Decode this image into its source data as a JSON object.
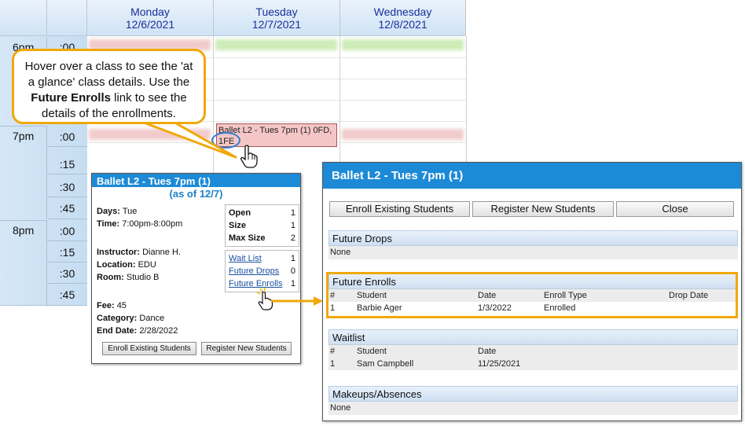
{
  "calendar": {
    "days": [
      {
        "name": "Monday",
        "date": "12/6/2021"
      },
      {
        "name": "Tuesday",
        "date": "12/7/2021"
      },
      {
        "name": "Wednesday",
        "date": "12/8/2021"
      }
    ],
    "hours": [
      "6pm",
      "7pm",
      "8pm"
    ],
    "minutes_6pm": [
      ":00"
    ],
    "minutes_7pm": [
      ":00",
      ":15",
      ":30",
      ":45"
    ],
    "minutes_8pm": [
      ":00",
      ":15",
      ":30",
      ":45"
    ],
    "class_block": {
      "line1": "Ballet L2 - Tues 7pm (1) 0FD,",
      "line2": "1FE"
    }
  },
  "callout": {
    "text_before": "Hover over a class to see the 'at a glance' class details. Use the ",
    "bold": "Future Enrolls",
    "text_after": " link to see the details of the enrollments."
  },
  "mini_popup": {
    "title": "Ballet L2 - Tues 7pm (1)",
    "as_of": "(as of 12/7)",
    "days_label": "Days:",
    "days_value": "Tue",
    "time_label": "Time:",
    "time_value": "7:00pm-8:00pm",
    "instructor_label": "Instructor:",
    "instructor_value": "Dianne H.",
    "location_label": "Location:",
    "location_value": "EDU",
    "room_label": "Room:",
    "room_value": "Studio B",
    "fee_label": "Fee:",
    "fee_value": "45",
    "category_label": "Category:",
    "category_value": "Dance",
    "end_label": "End Date:",
    "end_value": "2/28/2022",
    "stats": [
      {
        "label": "Open",
        "value": "1"
      },
      {
        "label": "Size",
        "value": "1"
      },
      {
        "label": "Max Size",
        "value": "2"
      }
    ],
    "links": [
      {
        "label": "Wait List",
        "value": "1"
      },
      {
        "label": "Future Drops",
        "value": "0"
      },
      {
        "label": "Future Enrolls",
        "value": "1"
      }
    ],
    "enroll_button": "Enroll Existing Students",
    "register_button": "Register New Students"
  },
  "dialog": {
    "title": "Ballet L2 - Tues 7pm (1)",
    "enroll_button": "Enroll Existing Students",
    "register_button": "Register New Students",
    "close_button": "Close",
    "future_drops": {
      "title": "Future Drops",
      "empty": "None"
    },
    "future_enrolls": {
      "title": "Future Enrolls",
      "headers": [
        "#",
        "Student",
        "Date",
        "Enroll Type",
        "Drop Date"
      ],
      "rows": [
        [
          "1",
          "Barbie Ager",
          "1/3/2022",
          "Enrolled",
          ""
        ]
      ]
    },
    "waitlist": {
      "title": "Waitlist",
      "headers": [
        "#",
        "Student",
        "Date"
      ],
      "rows": [
        [
          "1",
          "Sam Campbell",
          "11/25/2021"
        ]
      ]
    },
    "makeups": {
      "title": "Makeups/Absences",
      "empty": "None"
    }
  },
  "colors": {
    "accent": "#1c8ad6",
    "highlight": "#f0a80a",
    "class_block": "#f5c6c6"
  },
  "icons": [
    "hand-pointer-icon",
    "arrow-right-icon"
  ]
}
